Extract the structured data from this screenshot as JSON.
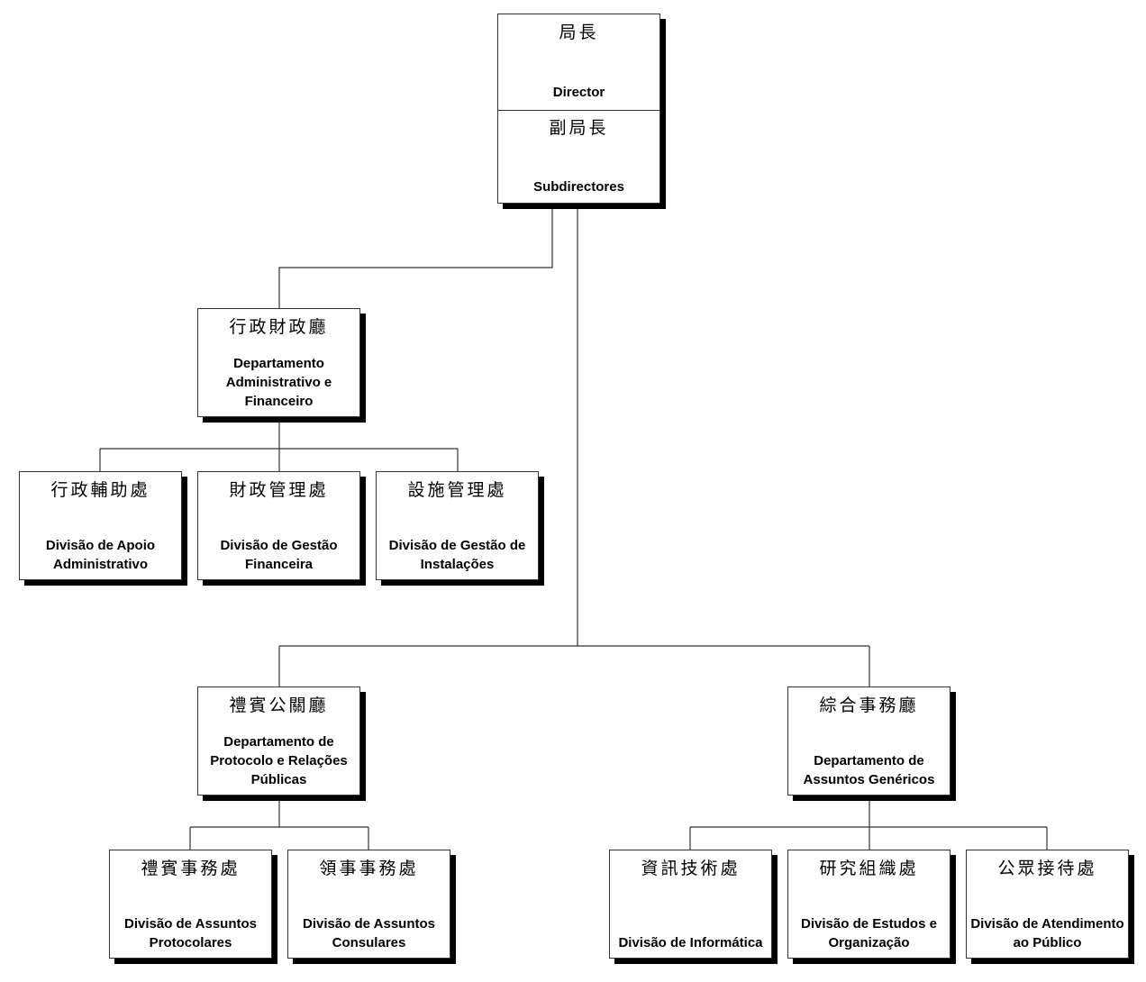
{
  "top": {
    "director_zh": "局長",
    "director_pt": "Director",
    "subdirectors_zh": "副局長",
    "subdirectors_pt": "Subdirectores"
  },
  "departments": {
    "admin": {
      "zh": "行政財政廳",
      "pt": "Departamento Administrativo e Financeiro",
      "divisions": [
        {
          "zh": "行政輔助處",
          "pt": "Divisão de Apoio Administrativo"
        },
        {
          "zh": "財政管理處",
          "pt": "Divisão de Gestão Financeira"
        },
        {
          "zh": "設施管理處",
          "pt": "Divisão de Gestão de Instalações"
        }
      ]
    },
    "protocol": {
      "zh": "禮賓公關廳",
      "pt": "Departamento de Protocolo e Relações Públicas",
      "divisions": [
        {
          "zh": "禮賓事務處",
          "pt": "Divisão de Assuntos Protocolares"
        },
        {
          "zh": "領事事務處",
          "pt": "Divisão de Assuntos Consulares"
        }
      ]
    },
    "general": {
      "zh": "綜合事務廳",
      "pt": "Departamento de Assuntos Genéricos",
      "divisions": [
        {
          "zh": "資訊技術處",
          "pt": "Divisão de Informática"
        },
        {
          "zh": "研究組織處",
          "pt": "Divisão de Estudos e Organização"
        },
        {
          "zh": "公眾接待處",
          "pt": "Divisão de Atendimento ao Público"
        }
      ]
    }
  }
}
